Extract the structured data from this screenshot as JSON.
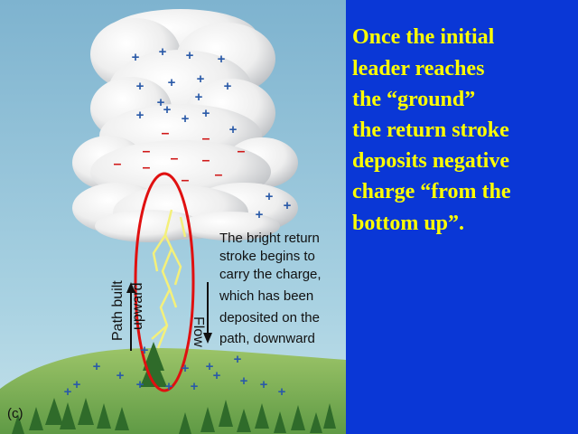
{
  "slide": {
    "background_color": "#0a37d6",
    "caption_color": "#ffff00",
    "caption_lines": [
      "Once the initial",
      "leader reaches",
      "the “ground”",
      "the return stroke",
      "deposits negative",
      "charge “from the",
      "bottom up”."
    ]
  },
  "figure": {
    "panel_label": "(c)",
    "annotation_lines": [
      "The bright return",
      "stroke begins to",
      "carry the charge,",
      "which has been",
      "deposited on the",
      "path, downward"
    ],
    "label_path_built": "Path built",
    "label_upward": "upward",
    "label_flow": "Flow",
    "positive_symbol": "+",
    "negative_symbol": "–",
    "highlight_color": "#e01010",
    "sky_color": "#8fc0d8",
    "hill_color": "#7fb35a"
  }
}
